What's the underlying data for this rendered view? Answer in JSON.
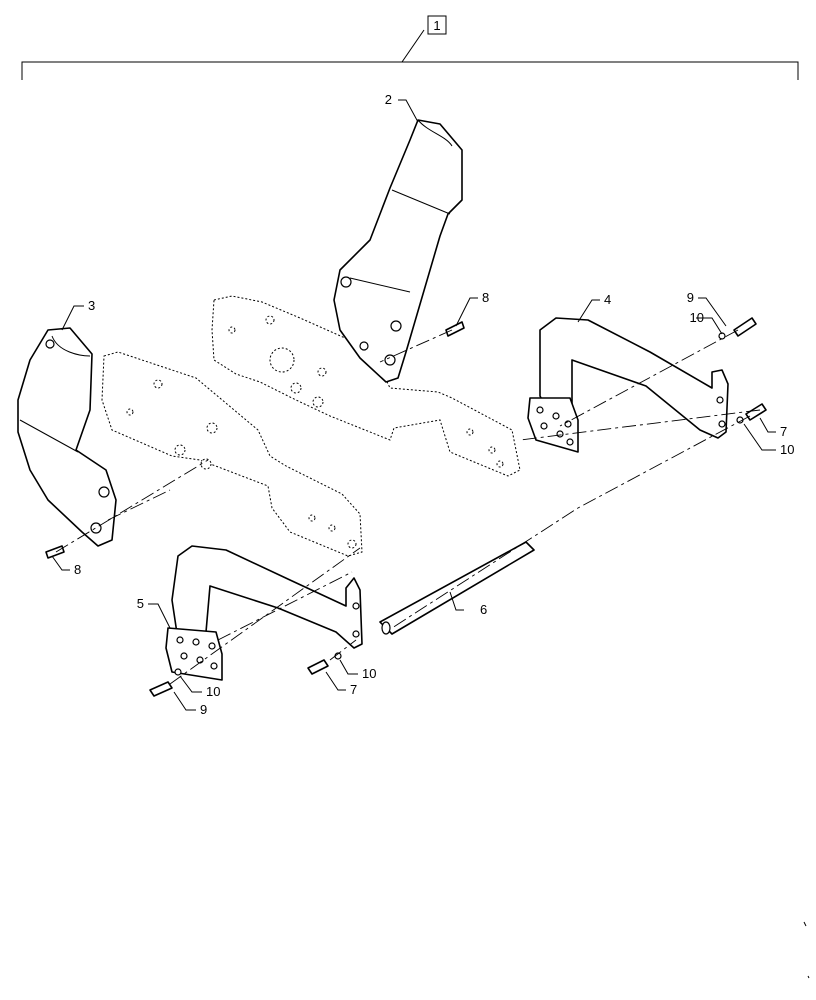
{
  "assembly": {
    "item_number": "1"
  },
  "callouts": {
    "c2": "2",
    "c3": "3",
    "c4": "4",
    "c5": "5",
    "c6": "6",
    "c7a": "7",
    "c7b": "7",
    "c8a": "8",
    "c8b": "8",
    "c9a": "9",
    "c9b": "9",
    "c10a": "10",
    "c10b": "10",
    "c10c": "10",
    "c10d": "10"
  }
}
